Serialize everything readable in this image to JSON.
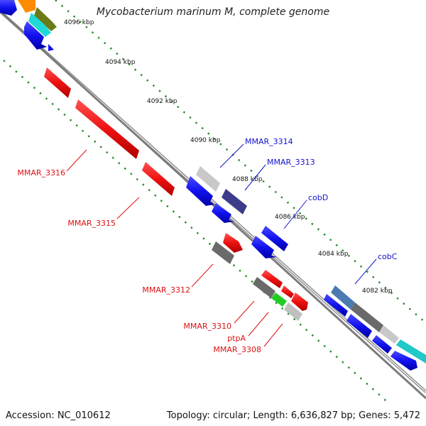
{
  "title": "Mycobacterium marinum M, complete genome",
  "footer": {
    "accession": "Accession: NC_010612",
    "topology": "Topology: circular; Length: 6,636,827 bp; Genes: 5,472"
  },
  "ticks": [
    "4096 kbp",
    "4094 kbp",
    "4092 kbp",
    "4090 kbp",
    "4088 kbp",
    "4086 kbp",
    "4084 kbp",
    "4082 kbp"
  ],
  "gene_labels": {
    "mmar_3314": "MMAR_3314",
    "mmar_3313": "MMAR_3313",
    "cobd": "cobD",
    "cobc": "cobC",
    "mmar_3316": "MMAR_3316",
    "mmar_3315": "MMAR_3315",
    "mmar_3312": "MMAR_3312",
    "mmar_3310": "MMAR_3310",
    "ptpa": "ptpA",
    "mmar_3308": "MMAR_3308"
  },
  "colors": {
    "red": "#ee1111",
    "blue": "#1111ee",
    "label_red": "#dd1111",
    "label_blue": "#1111cc",
    "dot_green": "#228b22",
    "backbone": "#888888"
  }
}
